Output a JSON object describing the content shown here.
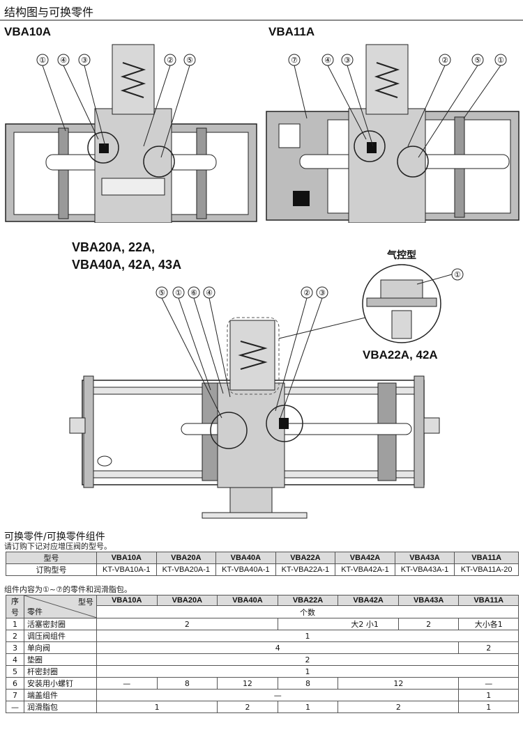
{
  "page_title": "结构图与可换零件",
  "models": {
    "vba10a": "VBA10A",
    "vba11a": "VBA11A",
    "vba20_line1": "VBA20A, 22A,",
    "vba20_line2": "VBA40A, 42A, 43A",
    "pilot_label": "气控型",
    "vba22_label": "VBA22A, 42A"
  },
  "callouts": {
    "vba10a": [
      "①",
      "④",
      "③",
      "②",
      "⑤"
    ],
    "vba11a": [
      "⑦",
      "④",
      "③",
      "②",
      "⑤",
      "①"
    ],
    "vba20a": [
      "⑤",
      "①",
      "⑥",
      "④",
      "②",
      "③"
    ],
    "pilot": [
      "①"
    ]
  },
  "replace_section": {
    "title": "可换零件/可换零件组件",
    "note": "请订购下记对应增压阀的型号。",
    "model_label": "型号",
    "order_label": "订购型号",
    "models": [
      "VBA10A",
      "VBA20A",
      "VBA40A",
      "VBA22A",
      "VBA42A",
      "VBA43A",
      "VBA11A"
    ],
    "order_codes": [
      "KT-VBA10A-1",
      "KT-VBA20A-1",
      "KT-VBA40A-1",
      "KT-VBA22A-1",
      "KT-VBA42A-1",
      "KT-VBA43A-1",
      "KT-VBA11A-20"
    ]
  },
  "parts_section": {
    "note": "组件内容为①~⑦的零件和润滑脂包。",
    "no_label": "序号",
    "model_label": "型号",
    "part_label": "零件",
    "qty_label": "个数",
    "rows": [
      {
        "no": "1",
        "name": "活塞密封圈",
        "c1": "2",
        "c2": "大2  小1",
        "c3": "2",
        "c4": "大小各1"
      },
      {
        "no": "2",
        "name": "调压阀组件",
        "c1": "1"
      },
      {
        "no": "3",
        "name": "单向阀",
        "c1": "4",
        "c2": "2"
      },
      {
        "no": "4",
        "name": "垫圈",
        "c1": "2"
      },
      {
        "no": "5",
        "name": "杆密封圈",
        "c1": "1"
      },
      {
        "no": "6",
        "name": "安装用小螺钉",
        "c1": "—",
        "c2": "8",
        "c3": "12",
        "c4": "8",
        "c5": "12",
        "c6": "—"
      },
      {
        "no": "7",
        "name": "端盖组件",
        "c1": "—",
        "c2": "1"
      },
      {
        "no": "—",
        "name": "润滑脂包",
        "c1": "1",
        "c2": "2",
        "c3": "1",
        "c4": "2",
        "c5": "1"
      }
    ]
  }
}
